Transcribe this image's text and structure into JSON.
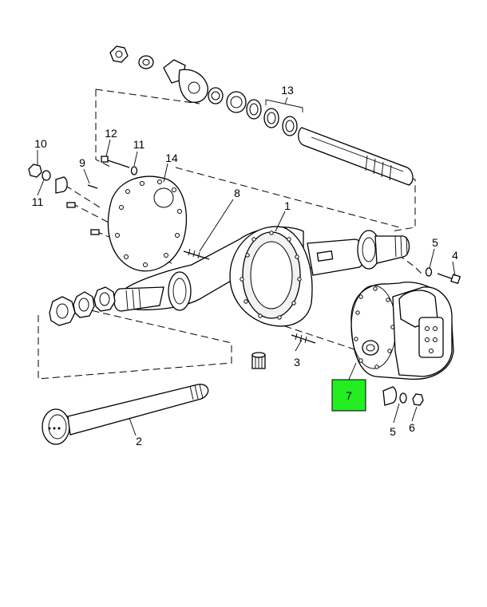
{
  "callouts": {
    "c1": "1",
    "c2": "2",
    "c3": "3",
    "c4": "4",
    "c5a": "5",
    "c5b": "5",
    "c6": "6",
    "c7": "7",
    "c8": "8",
    "c9": "9",
    "c10": "10",
    "c11a": "11",
    "c11b": "11",
    "c12": "12",
    "c13": "13",
    "c14": "14"
  },
  "colors": {
    "highlight": "#22ee22",
    "line": "#000000",
    "background": "#ffffff"
  },
  "highlighted_part": "7"
}
